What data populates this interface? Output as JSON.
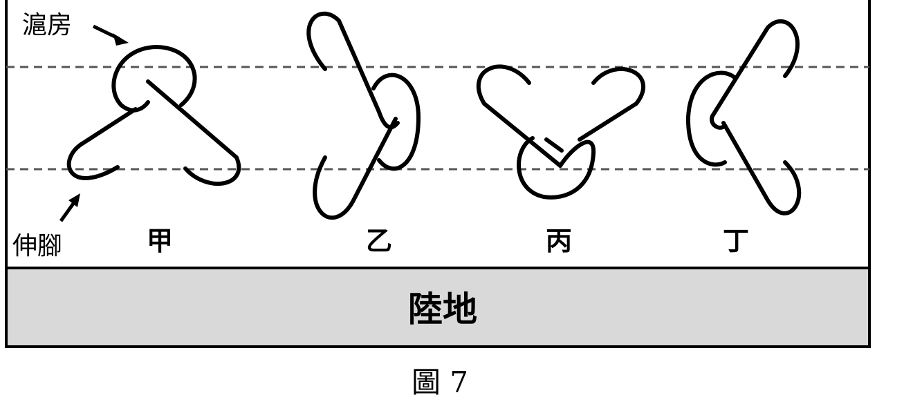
{
  "labels": {
    "room": "滬房",
    "foot": "伸腳",
    "land": "陸地",
    "caption": "圖 7"
  },
  "knots": [
    {
      "name": "甲"
    },
    {
      "name": "乙"
    },
    {
      "name": "丙"
    },
    {
      "name": "丁"
    }
  ]
}
